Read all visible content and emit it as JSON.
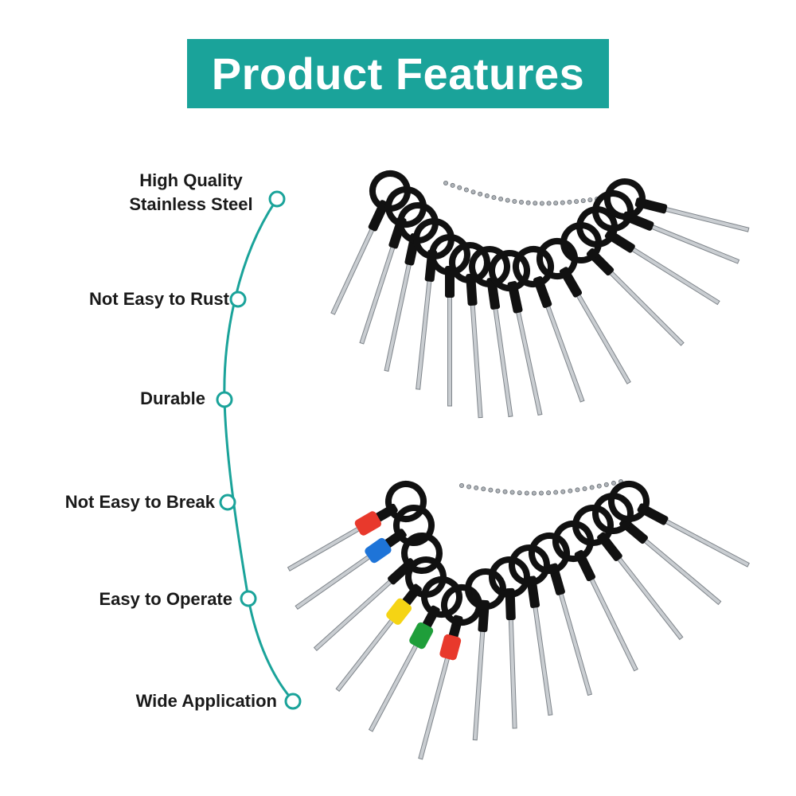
{
  "title": "Product Features",
  "colors": {
    "accent": "#1aa39a",
    "tool_handle": "#111111",
    "tool_metal": "#c9cdd1",
    "cap_red": "#e8392c",
    "cap_blue": "#1e74d8",
    "cap_yellow": "#f5d414",
    "cap_green": "#1f9e3a",
    "cap_red_large": "#e8392c"
  },
  "features": [
    {
      "lines": [
        "High Quality",
        "Stainless Steel"
      ]
    },
    {
      "lines": [
        "Not Easy to Rust"
      ]
    },
    {
      "lines": [
        "Durable"
      ]
    },
    {
      "lines": [
        "Not Easy to Break"
      ]
    },
    {
      "lines": [
        "Easy to Operate"
      ]
    },
    {
      "lines": [
        "Wide Application"
      ]
    }
  ],
  "image": {
    "subject": "terminal-removal-tool-set",
    "groups": [
      "upper-tool-bundle",
      "lower-tool-bundle"
    ]
  }
}
